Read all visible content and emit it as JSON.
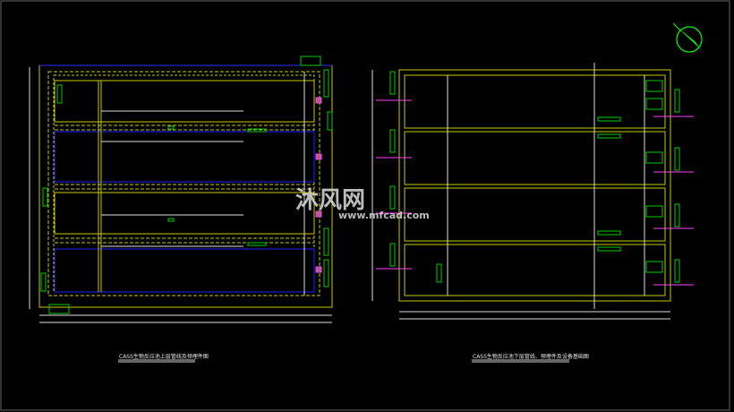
{
  "drawing": {
    "left_title": "CASS生物反应池上层管线及预埋件图",
    "right_title": "CASS生物反应池下层管线、预埋件及设备基础图",
    "watermark": {
      "brand": "沐风网",
      "url": "www.mfcad.com"
    },
    "colors": {
      "background": "#000000",
      "wall": "#c8c800",
      "pipe": "#2020ff",
      "equipment": "#00d000",
      "dimension": "#e0e0e0",
      "valve": "#ff40ff",
      "north": "#00ff00"
    }
  }
}
